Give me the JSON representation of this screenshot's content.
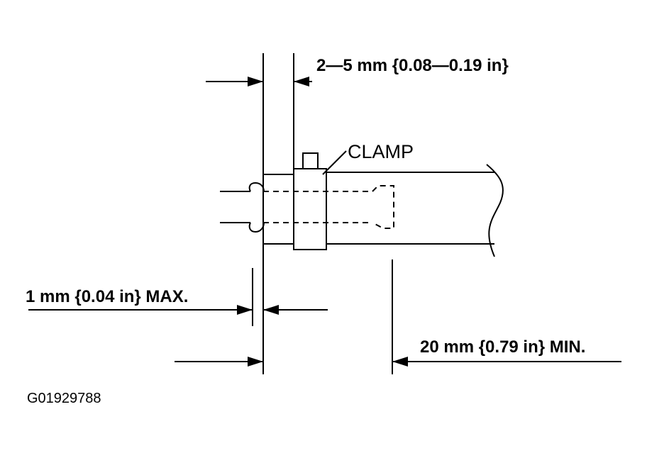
{
  "labels": {
    "clamp_gap": "2—5 mm {0.08—0.19 in}",
    "clamp": "CLAMP",
    "max_overlap": "1 mm {0.04 in} MAX.",
    "min_insertion": "20 mm {0.79 in} MIN.",
    "figure_code": "G01929788"
  },
  "colors": {
    "ink": "#000000",
    "paper": "#ffffff"
  }
}
